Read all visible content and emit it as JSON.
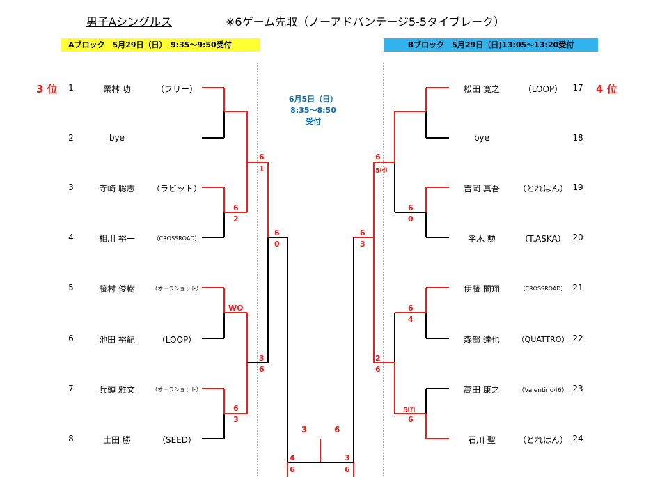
{
  "header": {
    "title": "男子Aシングルス",
    "subtitle": "※6ゲーム先取（ノーアドバンテージ5-5タイブレーク）"
  },
  "blocks": {
    "a": "Aブロック　5月29日（日）　9:35～9:50受付",
    "b": "Bブロック　5月29日（日)13:05～13:20受付"
  },
  "schedule": {
    "line1": "6月5日（日）",
    "line2": "8:35～8:50",
    "line3": "受付"
  },
  "players": {
    "left": [
      {
        "num": "1",
        "name": "栗林 功",
        "club": "（フリー）"
      },
      {
        "num": "2",
        "name": "bye",
        "club": ""
      },
      {
        "num": "3",
        "name": "寺崎 聡志",
        "club": "（ラビット）"
      },
      {
        "num": "4",
        "name": "相川 裕一",
        "club": "（CROSSROAD）"
      },
      {
        "num": "5",
        "name": "藤村 俊樹",
        "club": "（オーラショット）"
      },
      {
        "num": "6",
        "name": "池田 裕紀",
        "club": "（LOOP）"
      },
      {
        "num": "7",
        "name": "兵頭 雅文",
        "club": "（オーラショット）"
      },
      {
        "num": "8",
        "name": "土田 勝",
        "club": "（SEED）"
      }
    ],
    "right": [
      {
        "num": "17",
        "name": "松田 寛之",
        "club": "（LOOP）"
      },
      {
        "num": "18",
        "name": "bye",
        "club": ""
      },
      {
        "num": "19",
        "name": "吉岡 真吾",
        "club": "（とれはん）"
      },
      {
        "num": "20",
        "name": "平木 勲",
        "club": "（T.ASKA）"
      },
      {
        "num": "21",
        "name": "伊藤 開翔",
        "club": "（CROSSROAD）"
      },
      {
        "num": "22",
        "name": "森部 達也",
        "club": "（QUATTRO）"
      },
      {
        "num": "23",
        "name": "高田 康之",
        "club": "（Valentino46）"
      },
      {
        "num": "24",
        "name": "石川 聖",
        "club": "（とれはん）"
      }
    ]
  },
  "ranks": {
    "left": "3 位",
    "right": "4 位"
  },
  "scores": {
    "l_r1_1": [
      "6",
      "1"
    ],
    "l_r1_2": [
      "6",
      "2"
    ],
    "l_r1_3": [
      "WO",
      ""
    ],
    "l_r1_4": [
      "6",
      "3"
    ],
    "l_r2_1": [
      "6",
      "0"
    ],
    "l_r2_2": [
      "3",
      "6"
    ],
    "l_sf": [
      "4",
      "6"
    ],
    "r_r1_1": [
      "6",
      "5⑷"
    ],
    "r_r1_2": [
      "6",
      "0"
    ],
    "r_r1_3": [
      "6",
      "4"
    ],
    "r_r1_4": [
      "5⑺",
      "6"
    ],
    "r_r2_1": [
      "6",
      "3"
    ],
    "r_r2_2": [
      "2",
      "6"
    ],
    "r_sf": [
      "3",
      "6"
    ],
    "final": [
      "3",
      "6"
    ]
  }
}
